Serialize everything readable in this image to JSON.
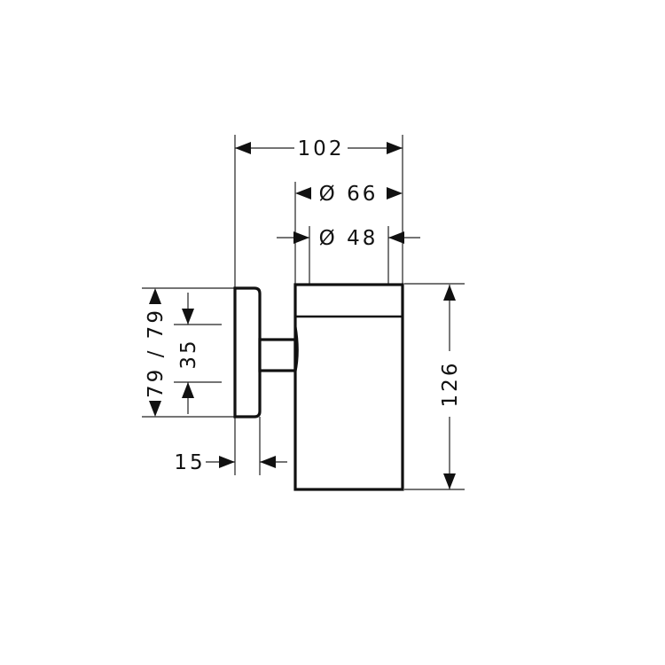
{
  "dimensions": {
    "width_overall": "102",
    "diameter_outer": "Ø 66",
    "diameter_inner": "Ø 48",
    "height_overall": "126",
    "wall_plate_height": "79 / 79",
    "mount_spacing": "35",
    "wall_plate_depth": "15"
  }
}
